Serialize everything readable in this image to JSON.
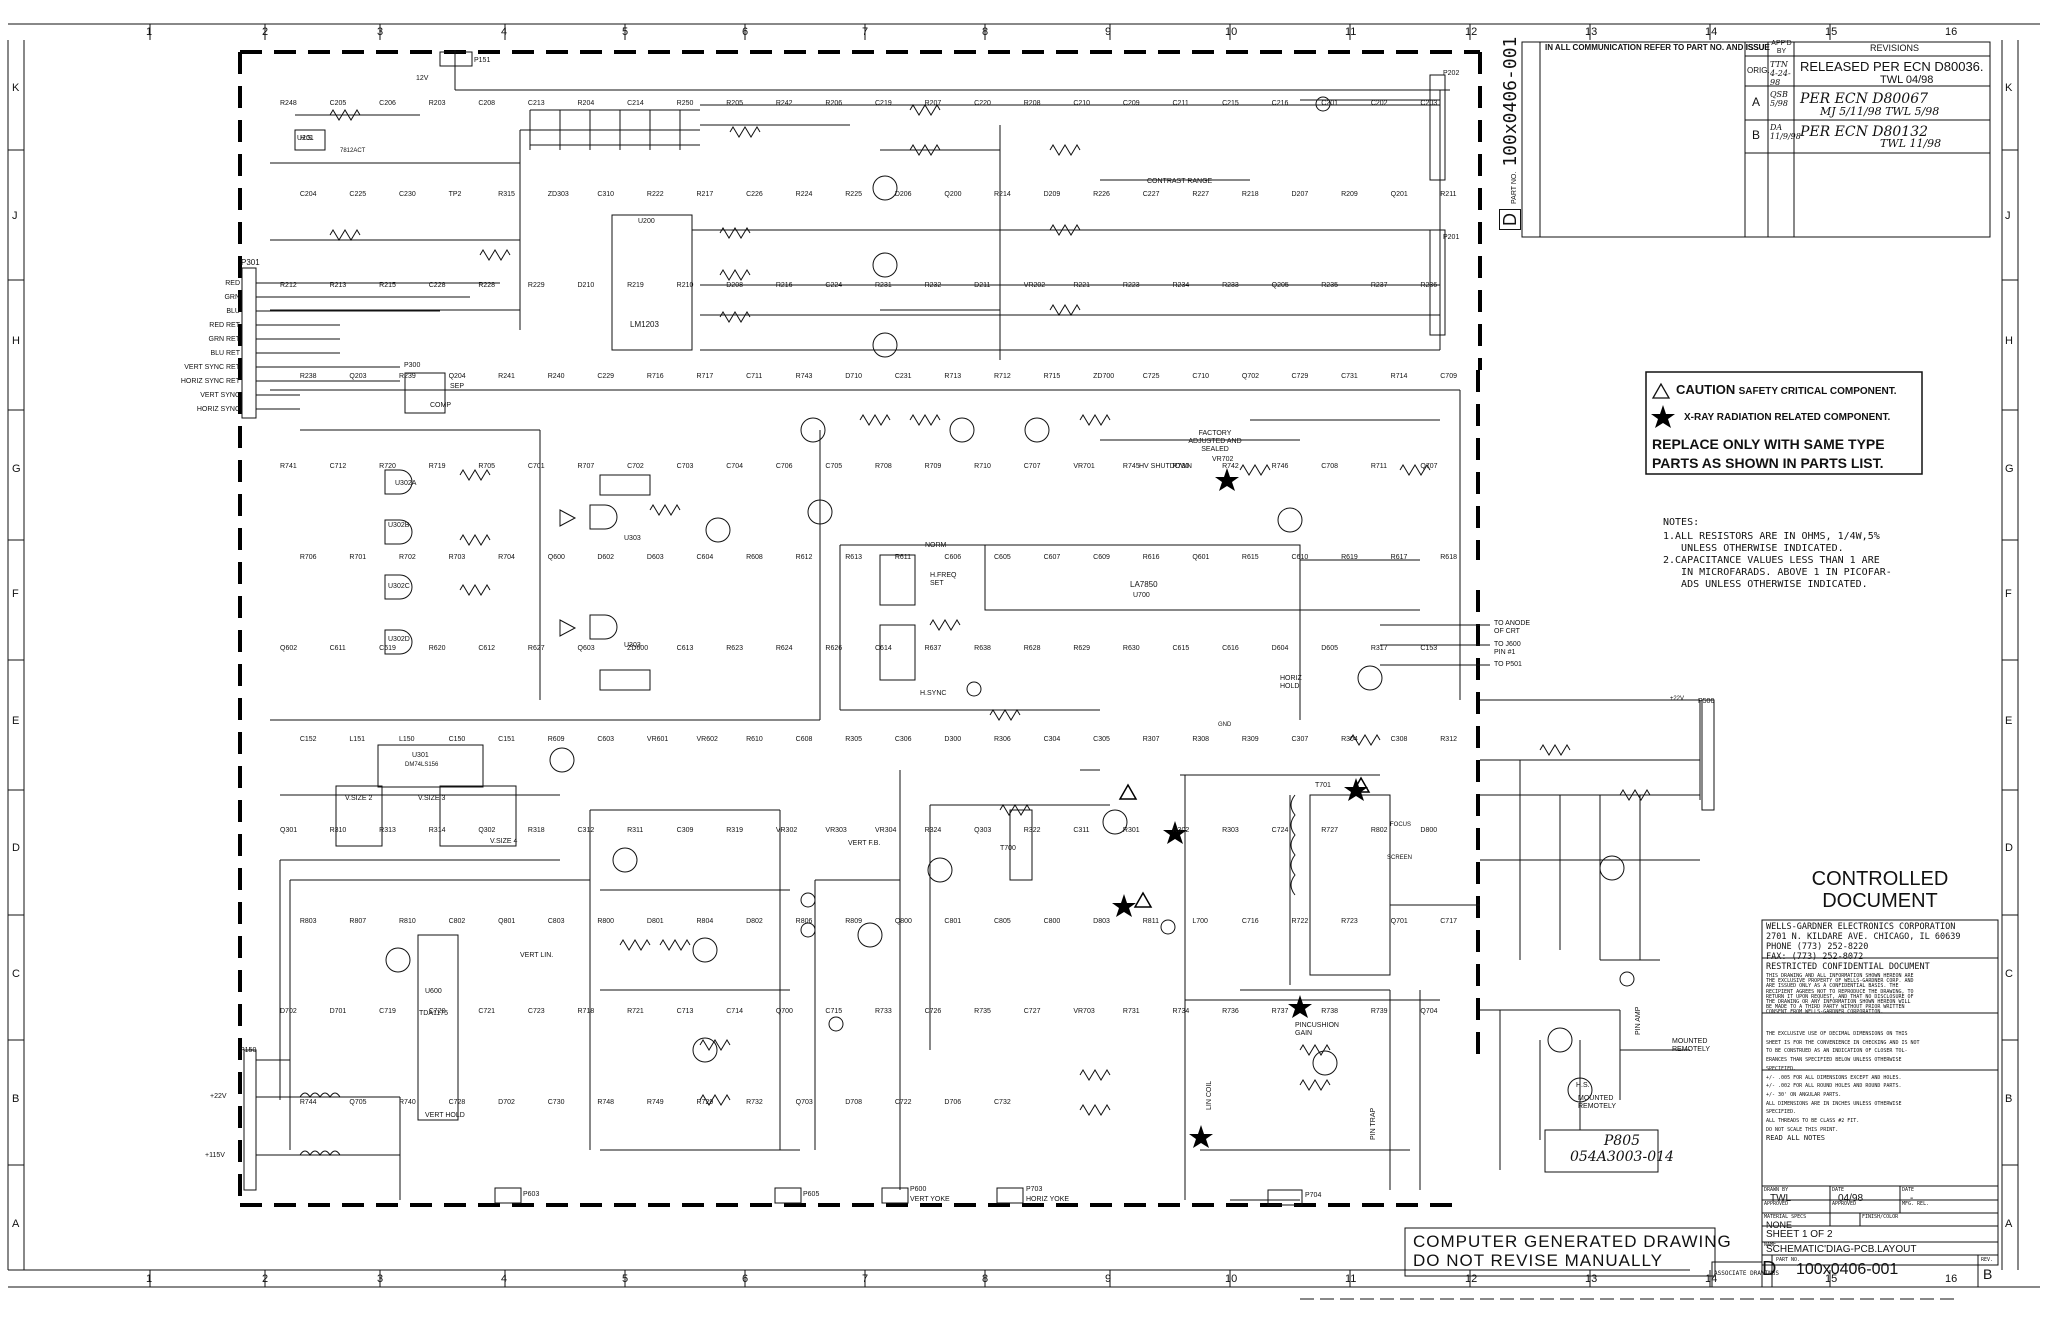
{
  "grid": {
    "columns": [
      "1",
      "2",
      "3",
      "4",
      "5",
      "6",
      "7",
      "8",
      "9",
      "10",
      "11",
      "12",
      "13",
      "14",
      "15",
      "16"
    ],
    "rows": [
      "K",
      "J",
      "H",
      "G",
      "F",
      "E",
      "D",
      "C",
      "B",
      "A"
    ]
  },
  "header_note": "IN ALL COMMUNICATION REFER TO PART NO. AND ISSUE",
  "part_vertical": "100x0406-001",
  "part_vertical_prefix": "D",
  "part_vertical_label": "PART NO.",
  "revisions": {
    "col_issue": "ISSUE",
    "col_appd": "APP'D BY",
    "col_rev": "REVISIONS",
    "rows": [
      {
        "issue": "ORIG.",
        "appd": "TTN 4-24-98",
        "text": "RELEASED PER ECN D80036.",
        "text2": "TWL 04/98"
      },
      {
        "issue": "A",
        "appd": "QSB 5/98",
        "text": "PER ECN D80067",
        "text2": "MJ 5/11/98   TWL 5/98"
      },
      {
        "issue": "B",
        "appd": "DA 11/9/98",
        "text": "PER ECN D80132",
        "text2": "TWL 11/98"
      }
    ]
  },
  "caution": {
    "line1_bold": "CAUTION",
    "line1": "SAFETY CRITICAL COMPONENT.",
    "line2": "X-RAY RADIATION RELATED COMPONENT.",
    "line3": "REPLACE ONLY WITH SAME TYPE",
    "line4": "PARTS AS SHOWN IN PARTS LIST."
  },
  "notes": {
    "title": "NOTES:",
    "items": [
      "1.ALL RESISTORS ARE IN OHMS, 1/4W,5%",
      "   UNLESS OTHERWISE INDICATED.",
      "2.CAPACITANCE VALUES LESS THAN 1 ARE",
      "   IN MICROFARADS. ABOVE 1 IN PICOFAR-",
      "   ADS UNLESS OTHERWISE INDICATED."
    ]
  },
  "controlled": {
    "line1": "CONTROLLED",
    "line2": "DOCUMENT"
  },
  "company": {
    "lines": [
      "WELLS-GARDNER ELECTRONICS CORPORATION",
      "2701 N. KILDARE AVE. CHICAGO, IL 60639",
      "PHONE (773) 252-8220",
      "FAX: (773) 252-8072"
    ]
  },
  "restricted": {
    "title": "RESTRICTED CONFIDENTIAL DOCUMENT",
    "body": [
      "THIS DRAWING AND ALL INFORMATION SHOWN HEREON ARE",
      "THE EXCLUSIVE PROPERTY OF WELLS-GARDNER CORP. AND",
      "ARE ISSUED ONLY AS A CONFIDENTIAL BASIS. THE",
      "RECIPIENT AGREES NOT TO REPRODUCE THE DRAWING, TO",
      "RETURN IT UPON REQUEST, AND THAT NO DISCLOSURE OF",
      "THE DRAWING OR ANY INFORMATION SHOWN HEREON WILL",
      "BE MADE TO A THIRD PARTY WITHOUT PRIOR WRITTEN",
      "CONSENT FROM WELLS-GARDNER CORPORATION."
    ]
  },
  "tolerances": [
    "THE EXCLUSIVE USE OF DECIMAL DIMENSIONS ON THIS",
    "SHEET IS FOR THE CONVENIENCE IN CHECKING AND IS NOT",
    "TO BE CONSTRUED AS AN INDICATION OF CLOSER TOL-",
    "ERANCES THAN SPECIFIED BELOW UNLESS OTHERWISE",
    "SPECIFIED.",
    "+/- .005 FOR ALL DIMENSIONS EXCEPT AND HOLES.",
    "+/- .002 FOR ALL ROUND HOLES AND ROUND PARTS.",
    "+/- 30' ON ANGULAR PARTS.",
    "ALL DIMENSIONS ARE IN INCHES UNLESS OTHERWISE",
    "SPECIFIED.",
    "ALL THREADS TO BE CLASS #2 FIT.",
    "DO NOT SCALE THIS PRINT.",
    "READ ALL NOTES"
  ],
  "titleblock": {
    "drawn_by_label": "DRAWN BY",
    "date_label": "DATE",
    "date_label2": "DATE",
    "drawn_by": "TWL",
    "date": "04/98",
    "date2": "-",
    "approved_label": "APPROVED",
    "approved_label2": "APPROVED",
    "mfg_label": "MFG. REL.",
    "material_label": "MATERIAL SPECS",
    "finish_label": "FINISH/COLOR",
    "material": "NONE",
    "sheet": "SHEET  1  OF  2",
    "name_label": "NAME",
    "name": "SCHEMATIC'DIAG-PCB.LAYOUT",
    "size": "D",
    "part_label": "PART NO.",
    "part": "100x0406-001",
    "rev_label": "REV.",
    "rev": "B",
    "assoc": "ASSOCIATE DRAWINGS"
  },
  "computer_note": {
    "line1": "COMPUTER GENERATED DRAWING",
    "line2": "DO NOT REVISE MANUALLY"
  },
  "p805": {
    "line1": "P805",
    "line2": "054A3003-014"
  },
  "connectors": {
    "p301_label": "P301",
    "p301_pins": [
      "RED",
      "GRN",
      "BLU",
      "RED RET",
      "GRN RET",
      "BLU RET",
      "VERT SYNC RET",
      "HORIZ SYNC RET",
      "VERT SYNC",
      "HORIZ SYNC"
    ],
    "p300": "P300",
    "sep": "SEP",
    "comp": "COMP",
    "p150": "P150",
    "p150_22v": "+22V",
    "p150_115v": "+115V",
    "p151": "P151",
    "p151_v": "12V",
    "p202": "P202",
    "p201": "P201",
    "p500": "P500",
    "p500_v": "+22V",
    "p603": "P603",
    "p605": "P605",
    "p600": "P600",
    "p600_name": "VERT YOKE",
    "p703": "P703",
    "p703_name": "HORIZ YOKE",
    "p704": "P704",
    "to_anode": "TO ANODE OF CRT",
    "to_j600": "TO J600 PIN #1",
    "to_p501": "TO P501"
  },
  "ics": {
    "u200": "U200",
    "u200_name": "LM1203",
    "u700": "U700",
    "u700_name": "LA7850",
    "u301": "U301",
    "u301_name": "DM74LS156",
    "u600": "U600",
    "u600_name": "TDA1175",
    "u302a": "U302A",
    "u302b": "U302B",
    "u302c": "U302C",
    "u302d": "U302D",
    "u303": "U303",
    "u201": "U201",
    "u201_name": "7812ACT"
  },
  "labels": {
    "contrast": "CONTRAST RANGE",
    "factory": "FACTORY ADJUSTED AND SEALED",
    "hv_shutdown": "HV SHUTDOWN",
    "vr702": "VR702",
    "horiz_hold": "HORIZ HOLD",
    "hfreq": "H.FREQ SET",
    "norm": "NORM",
    "hsync": "H.SYNC",
    "vsize2": "V.SIZE 2",
    "vsize3": "V.SIZE 3",
    "vsize4": "V.SIZE 4",
    "vert_lin": "VERT LIN.",
    "vert_hold": "VERT HOLD",
    "vert_fb": "VERT F.B.",
    "pincushion": "PINCUSHION GAIN",
    "lin_coil": "LIN COIL",
    "pin_trap": "PIN TRAP",
    "pin_amp": "PIN AMP",
    "mounted": "MOUNTED REMOTELY",
    "hs": "H.S.",
    "focus": "FOCUS",
    "screen": "SCREEN",
    "t701": "T701",
    "t700": "T700",
    "gnd": "GND",
    "hs2": "H.S."
  },
  "ref_labels": [
    "R248",
    "C205",
    "C206",
    "R203",
    "C208",
    "C213",
    "R204",
    "C214",
    "R250",
    "R205",
    "R242",
    "R206",
    "C219",
    "R207",
    "C220",
    "R208",
    "C210",
    "C209",
    "C211",
    "C215",
    "C216",
    "C201",
    "C202",
    "C203",
    "C204",
    "C225",
    "C230",
    "TP2",
    "R315",
    "ZD303",
    "C310",
    "R222",
    "R217",
    "C226",
    "R224",
    "R225",
    "D206",
    "Q200",
    "R214",
    "D209",
    "R226",
    "C227",
    "R227",
    "R218",
    "D207",
    "R209",
    "Q201",
    "R211",
    "R212",
    "R213",
    "R215",
    "C228",
    "R228",
    "R229",
    "D210",
    "R219",
    "R210",
    "D208",
    "R216",
    "C224",
    "R231",
    "R232",
    "D211",
    "VR202",
    "R221",
    "R223",
    "R234",
    "R233",
    "Q205",
    "R235",
    "R237",
    "R236",
    "R238",
    "Q203",
    "R239",
    "Q204",
    "R241",
    "R240",
    "C229",
    "R716",
    "R717",
    "C711",
    "R743",
    "D710",
    "C231",
    "R713",
    "R712",
    "R715",
    "ZD700",
    "C725",
    "C710",
    "Q702",
    "C729",
    "C731",
    "R714",
    "C709",
    "R741",
    "C712",
    "R720",
    "R719",
    "R705",
    "C701",
    "R707",
    "C702",
    "C703",
    "C704",
    "C706",
    "C705",
    "R708",
    "R709",
    "R710",
    "C707",
    "VR701",
    "R745",
    "R730",
    "R742",
    "R746",
    "C708",
    "R711",
    "Q707",
    "R706",
    "R701",
    "R702",
    "R703",
    "R704",
    "Q600",
    "D602",
    "D603",
    "C604",
    "R608",
    "R612",
    "R613",
    "R611",
    "C606",
    "C605",
    "C607",
    "C609",
    "R616",
    "Q601",
    "R615",
    "C610",
    "R619",
    "R617",
    "R618",
    "Q602",
    "C611",
    "C619",
    "R620",
    "C612",
    "R627",
    "Q603",
    "ZD600",
    "C613",
    "R623",
    "R624",
    "R626",
    "C614",
    "R637",
    "R638",
    "R628",
    "R629",
    "R630",
    "C615",
    "C616",
    "D604",
    "D605",
    "R317",
    "C153",
    "C152",
    "L151",
    "L150",
    "C150",
    "C151",
    "R609",
    "C603",
    "VR601",
    "VR602",
    "R610",
    "C608",
    "R305",
    "C306",
    "D300",
    "R306",
    "C304",
    "C305",
    "R307",
    "R308",
    "R309",
    "C307",
    "R304",
    "C308",
    "R312",
    "Q301",
    "R310",
    "R313",
    "R314",
    "Q302",
    "R318",
    "C312",
    "R311",
    "C309",
    "R319",
    "VR302",
    "VR303",
    "VR304",
    "R324",
    "Q303",
    "R322",
    "C311",
    "R301",
    "R302",
    "R303",
    "C724",
    "R727",
    "R802",
    "D800",
    "R803",
    "R807",
    "R810",
    "C802",
    "Q801",
    "C803",
    "R800",
    "D801",
    "R804",
    "D802",
    "R806",
    "R809",
    "Q800",
    "C801",
    "C805",
    "C800",
    "D803",
    "R811",
    "L700",
    "C716",
    "R722",
    "R723",
    "Q701",
    "C717",
    "D702",
    "D701",
    "C719",
    "C720",
    "C721",
    "C723",
    "R718",
    "R721",
    "C713",
    "C714",
    "Q700",
    "C715",
    "R733",
    "C726",
    "R735",
    "C727",
    "VR703",
    "R731",
    "R734",
    "R736",
    "R737",
    "R738",
    "R739",
    "Q704",
    "R744",
    "Q705",
    "R740",
    "C728",
    "D702",
    "C730",
    "R748",
    "R749",
    "R729",
    "R732",
    "Q703",
    "D708",
    "C722",
    "D706",
    "C732"
  ]
}
